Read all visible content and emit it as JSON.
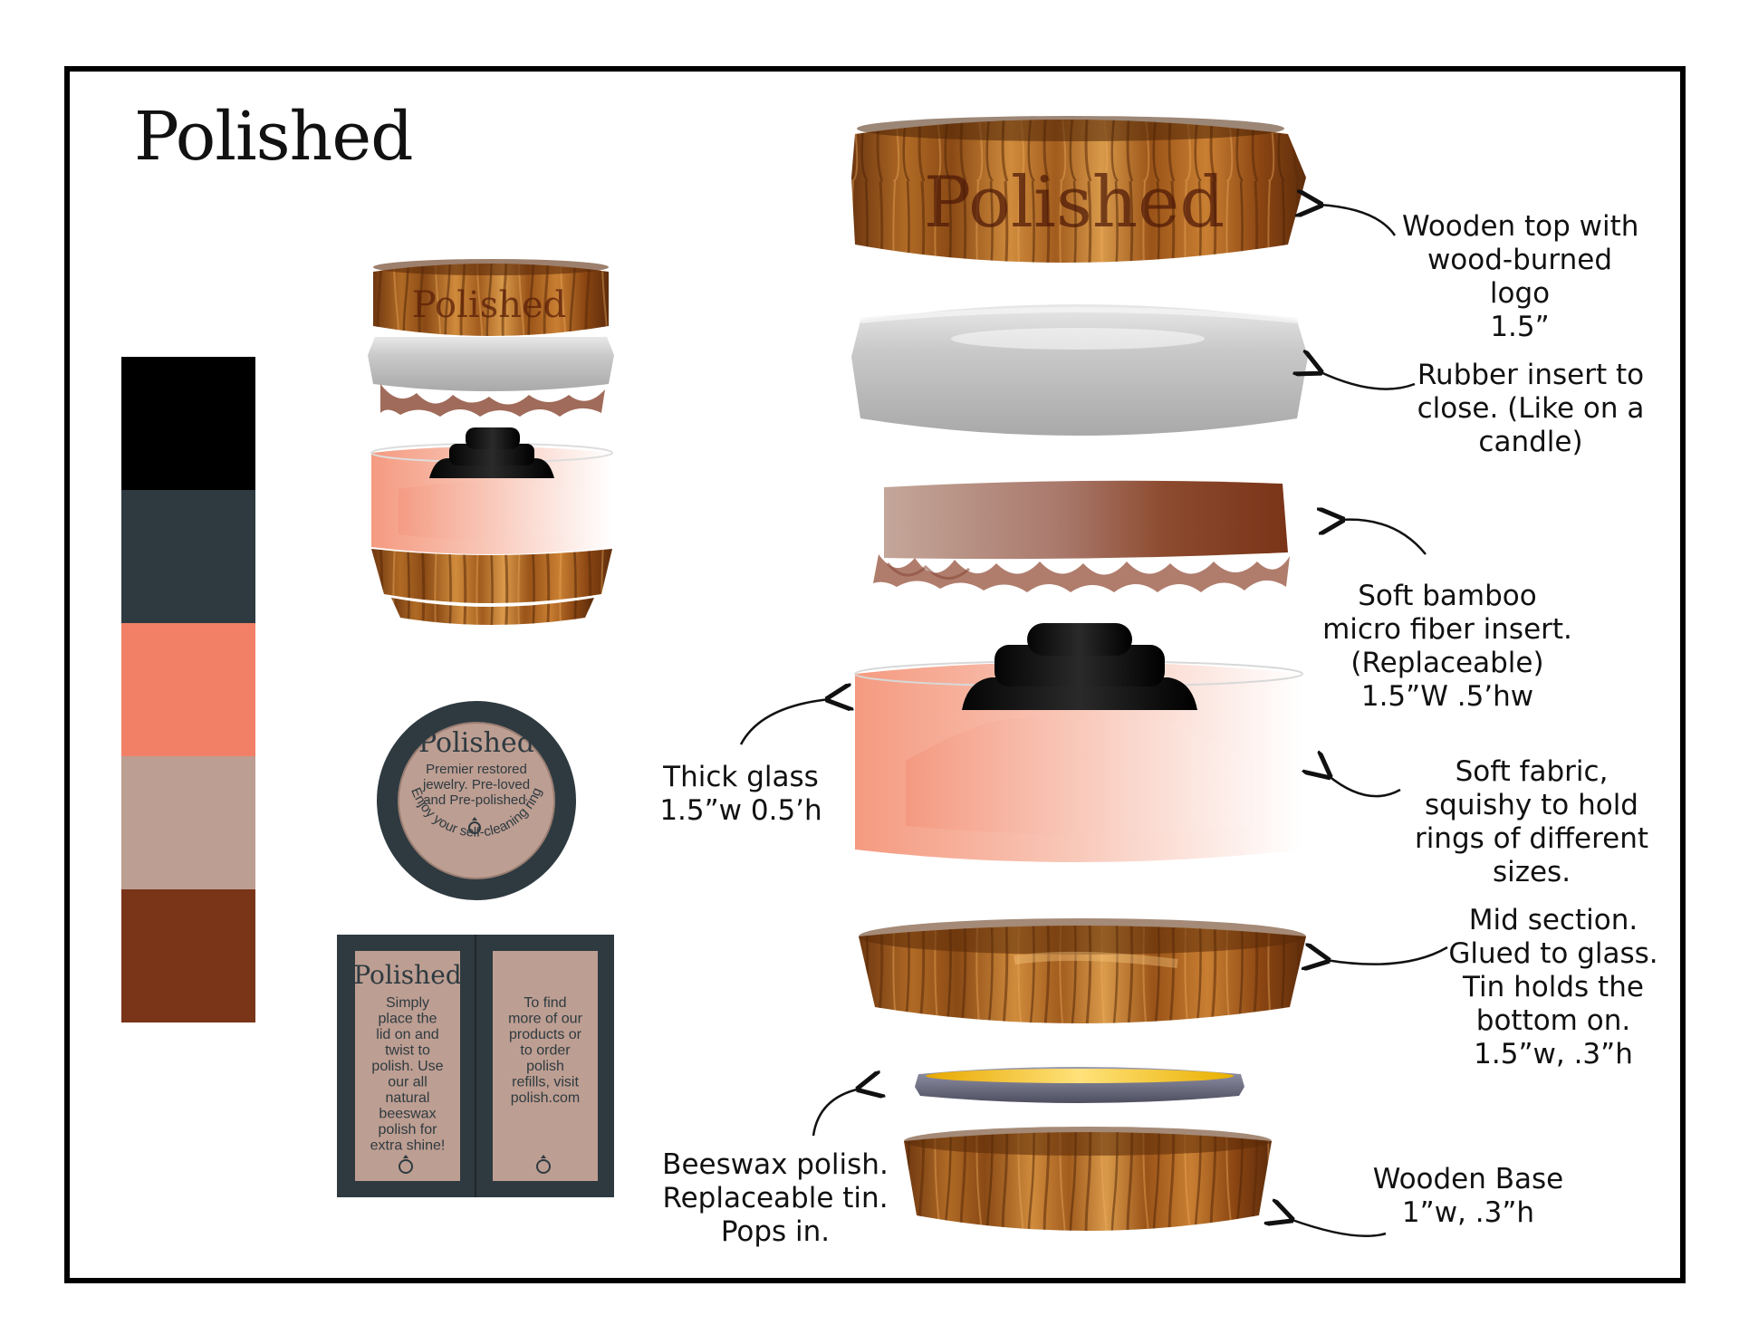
{
  "brand": {
    "name": "Polished"
  },
  "palette": [
    "#000000",
    "#2e3a40",
    "#f28066",
    "#bd9e92",
    "#7a3418"
  ],
  "colors": {
    "frame": "#000000",
    "wood_light": "#c9853a",
    "wood_dark": "#7a3f10",
    "rubber": "#b9b9b9",
    "fabric_light": "#bd9e92",
    "fabric_dark": "#7a3418",
    "glass": "#f59a80",
    "tin_wax": "#f5c020",
    "tin_rim": "#7d7d92",
    "label_bg": "#bd9e92",
    "label_border": "#2e3a40"
  },
  "icons": [
    "ring-icon"
  ],
  "lid_label": {
    "logo": "Polished",
    "lines": [
      "Premier restored",
      "jewelry. Pre-loved",
      "and Pre-polished."
    ],
    "curved": "Enjoy your self-cleaning ring"
  },
  "card_left": {
    "logo": "Polished",
    "lines": [
      "Simply",
      "place the",
      "lid on and",
      "twist to",
      "polish. Use",
      "our all",
      "natural",
      "beeswax",
      "polish for",
      "extra shine!"
    ]
  },
  "card_right": {
    "lines": [
      "To find",
      "more of our",
      "products or",
      "to order",
      "polish",
      "refills, visit",
      "polish.com"
    ]
  },
  "callouts": {
    "wooden_top": [
      "Wooden top with",
      "wood-burned",
      "logo",
      "1.5”"
    ],
    "rubber_insert": [
      "Rubber insert to",
      "close. (Like on a",
      "candle)"
    ],
    "bamboo_insert": [
      "Soft bamboo",
      "micro fiber insert.",
      "(Replaceable)",
      "1.5”W .5’hw"
    ],
    "thick_glass": [
      "Thick glass",
      "1.5”w 0.5’h"
    ],
    "soft_fabric": [
      "Soft fabric,",
      "squishy to hold",
      "rings of different",
      "sizes."
    ],
    "mid_section": [
      "Mid section.",
      "Glued to glass.",
      "Tin holds the",
      "bottom on.",
      "1.5”w, .3”h"
    ],
    "beeswax": [
      "Beeswax polish.",
      "Replaceable tin.",
      "Pops in."
    ],
    "wooden_base": [
      "Wooden Base",
      "1”w, .3”h"
    ]
  }
}
